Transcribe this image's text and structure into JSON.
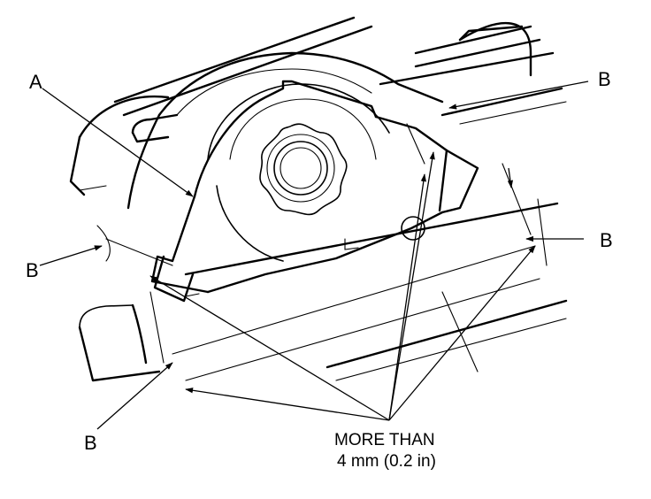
{
  "labels": {
    "a": "A",
    "b_top_right": "B",
    "b_mid_right": "B",
    "b_left": "B",
    "b_bottom": "B"
  },
  "note": {
    "line1": "MORE THAN",
    "line2": "4 mm (0.2 in)"
  }
}
